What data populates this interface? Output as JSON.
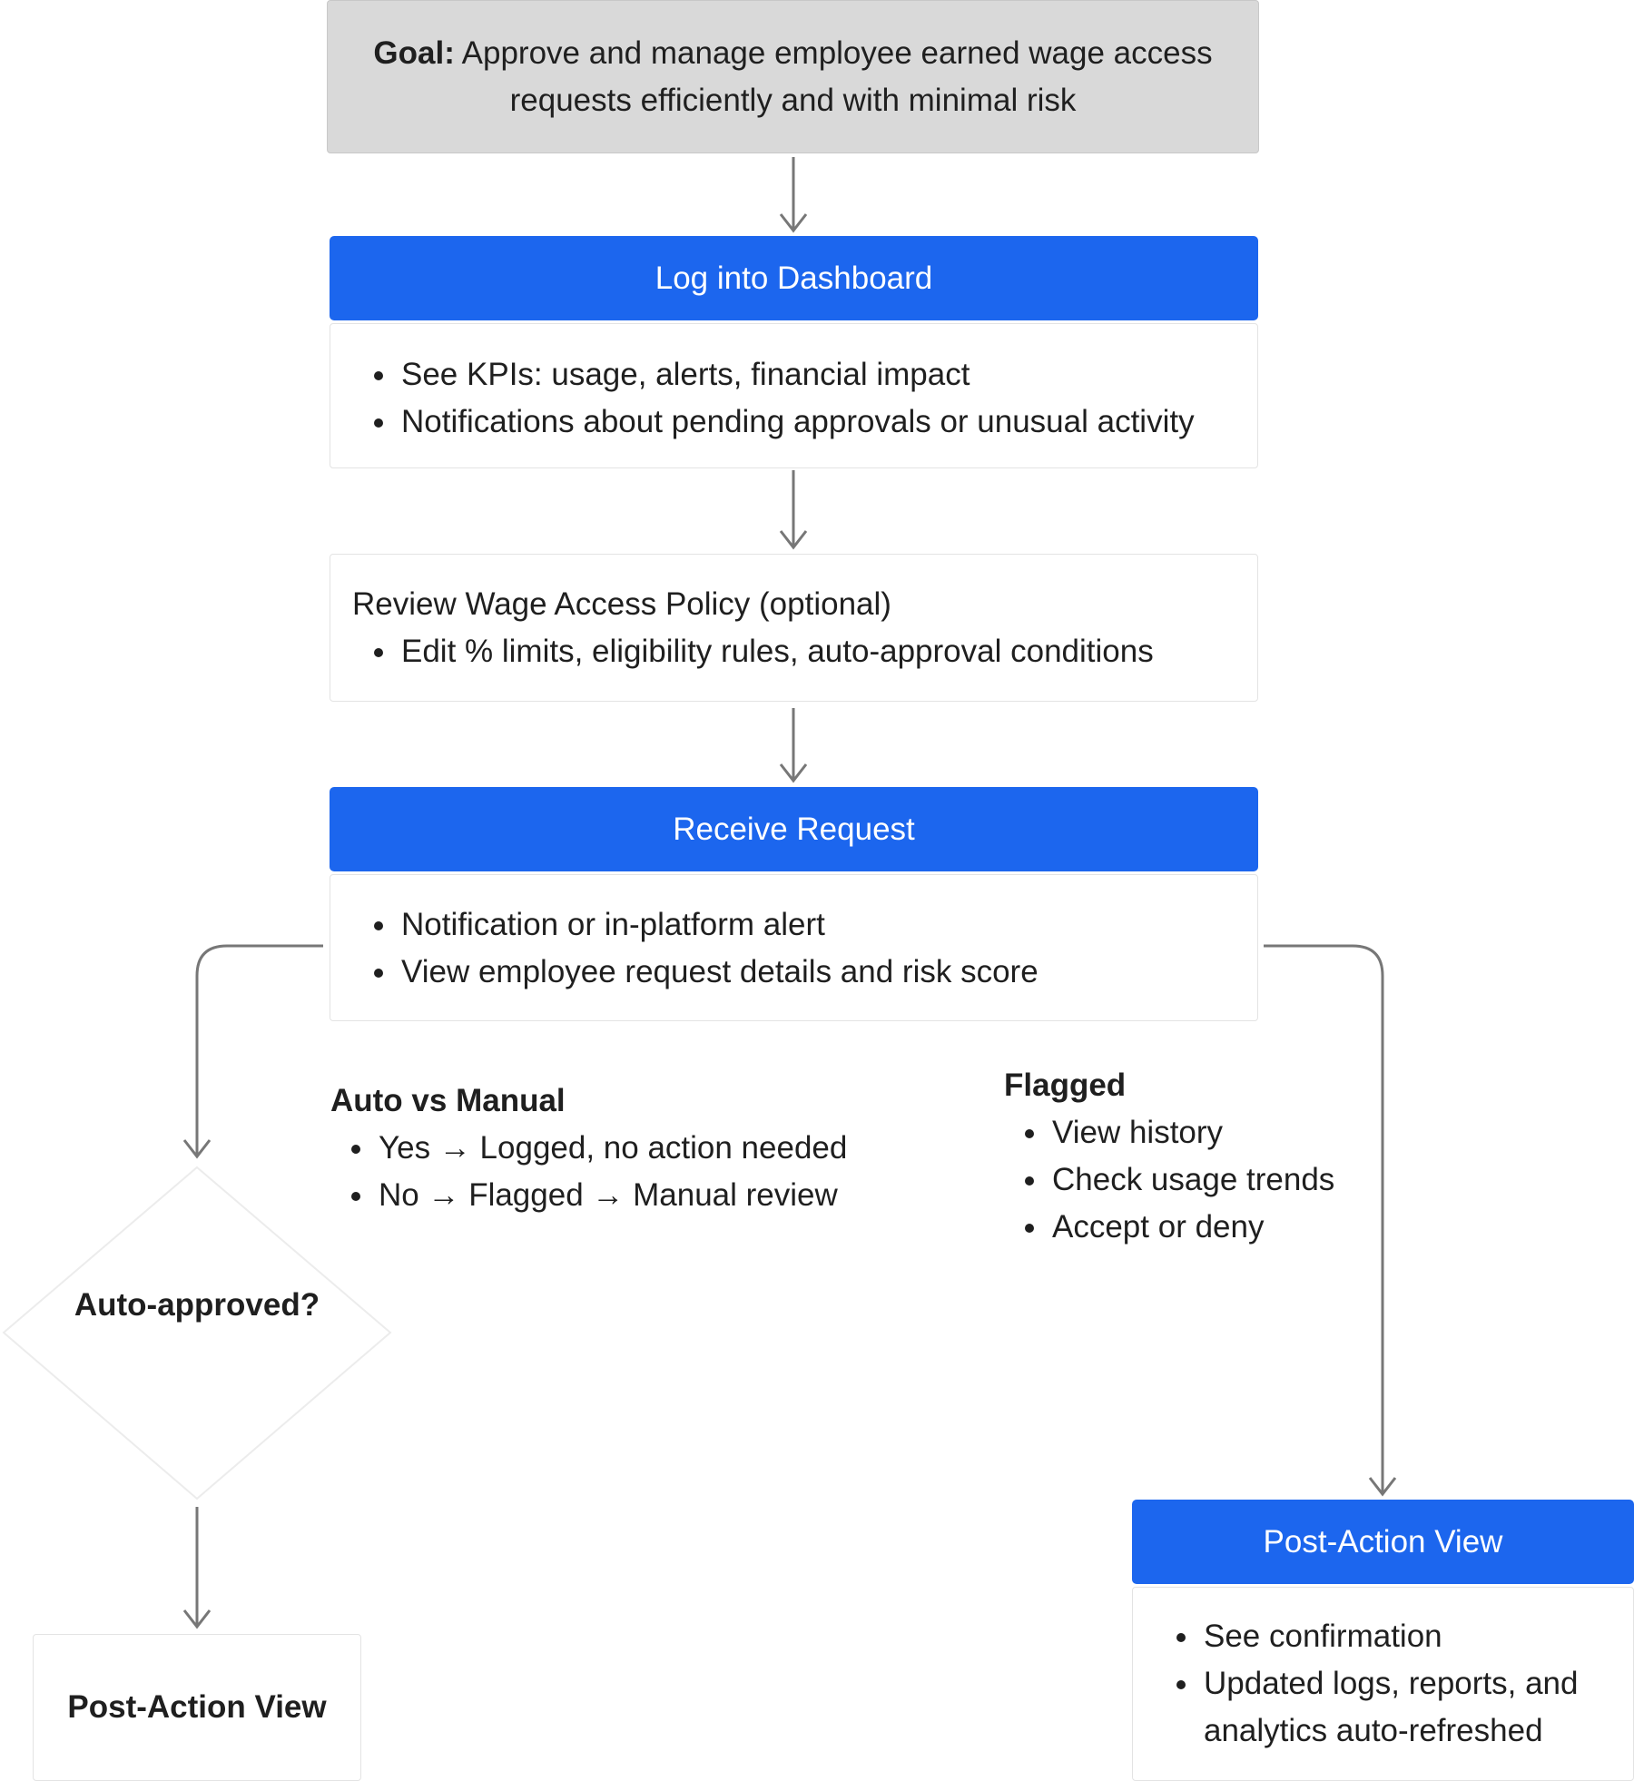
{
  "goal": {
    "label": "Goal:",
    "text": "Approve and manage employee earned wage access requests efficiently and with minimal risk"
  },
  "login": {
    "title": "Log into Dashboard",
    "bullets": [
      "See KPIs: usage, alerts, financial impact",
      "Notifications about pending approvals or unusual activity"
    ]
  },
  "policy": {
    "title": "Review Wage Access Policy (optional)",
    "bullets": [
      "Edit % limits, eligibility rules, auto-approval conditions"
    ]
  },
  "receive": {
    "title": "Receive Request",
    "bullets": [
      "Notification or in-platform alert",
      "View employee request details and risk score"
    ]
  },
  "auto_manual": {
    "title": "Auto vs Manual",
    "bullets": [
      "Yes → Logged, no action needed",
      "No → Flagged → Manual review"
    ]
  },
  "flagged": {
    "title": "Flagged",
    "bullets": [
      "View history",
      "Check usage trends",
      "Accept or deny"
    ]
  },
  "decision": {
    "label": "Auto-approved?"
  },
  "post_action_left": {
    "label": "Post-Action View"
  },
  "post_action_right": {
    "title": "Post-Action View",
    "bullets": [
      "See confirmation",
      "Updated logs, reports, and analytics auto-refreshed"
    ]
  },
  "colors": {
    "accent_blue": "#1c66ee",
    "goal_gray": "#d9d9d9",
    "connector": "#777777"
  }
}
